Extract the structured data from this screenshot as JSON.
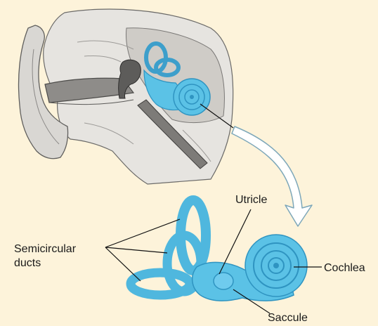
{
  "labels": {
    "utricle": "Utricle",
    "semicircular_line1": "Semicircular",
    "semicircular_line2": "ducts",
    "cochlea": "Cochlea",
    "saccule": "Saccule"
  },
  "colors": {
    "background": "#fdf3da",
    "labyrinth_fill": "#5bc2e6",
    "labyrinth_dark": "#2f94c1",
    "tissue": "#d8d6d2",
    "bone": "#bdbab5",
    "canal": "#8c8a87",
    "arrow_fill": "#ffffff",
    "arrow_stroke": "#7da7b9",
    "leader": "#111111"
  }
}
